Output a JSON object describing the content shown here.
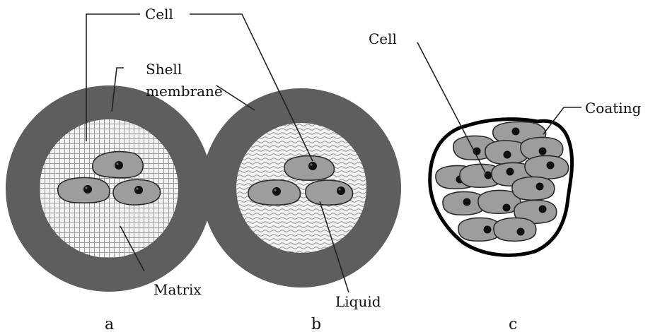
{
  "labels": {
    "cell_ab": "Cell",
    "shell": "Shell",
    "membrane": "membrane",
    "matrix": "Matrix",
    "liquid": "Liquid",
    "cell_c": "Cell",
    "coating": "Coating"
  },
  "panels": {
    "a": "a",
    "b": "b",
    "c": "c"
  },
  "colors": {
    "shell": "#5e5e5e",
    "cell": "#9d9d9d",
    "nucleus": "#111111",
    "outline": "#111111"
  }
}
